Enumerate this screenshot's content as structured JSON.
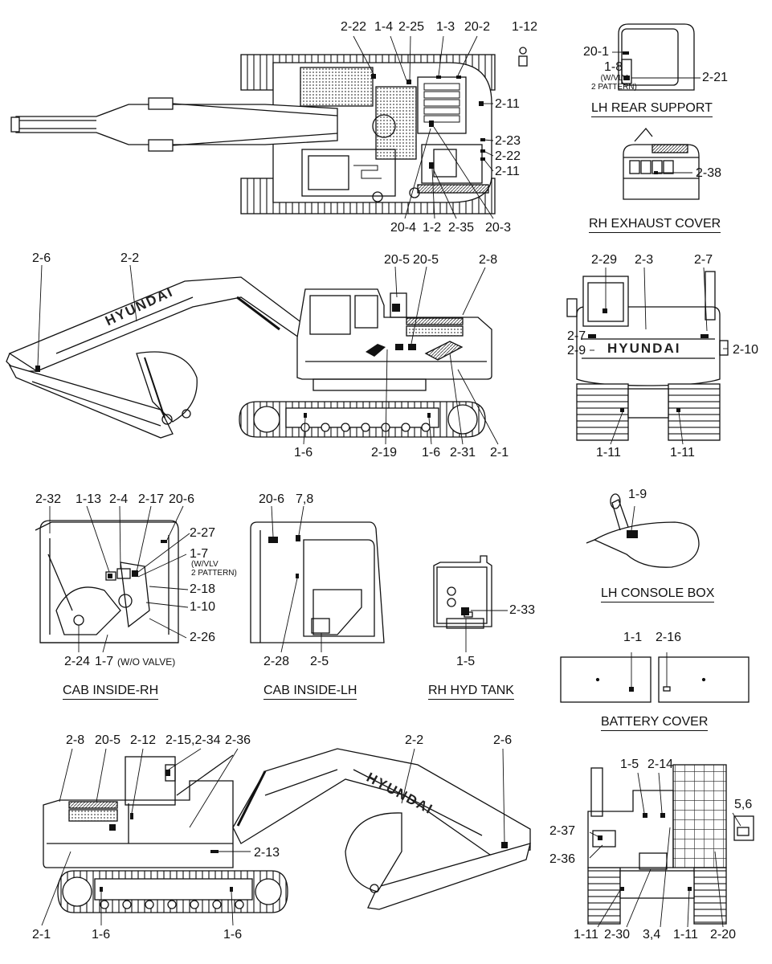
{
  "captions": {
    "lh_rear_support": "LH REAR SUPPORT",
    "rh_exhaust_cover": "RH EXHAUST COVER",
    "lh_console_box": "LH CONSOLE BOX",
    "cab_inside_rh": "CAB INSIDE-RH",
    "cab_inside_lh": "CAB INSIDE-LH",
    "rh_hyd_tank": "RH HYD TANK",
    "battery_cover": "BATTERY COVER"
  },
  "brand": "HYUNDAI",
  "notes": {
    "w_vlv_pattern": "(W/VLV\n2 PATTERN)",
    "wo_valve": "(W/O VALVE)"
  },
  "labels": {
    "top": [
      "2-22",
      "1-4",
      "2-25",
      "1-3",
      "20-2",
      "1-12",
      "2-11",
      "2-23",
      "2-22",
      "2-11",
      "20-4",
      "1-2",
      "2-35",
      "20-3"
    ],
    "rear_support": [
      "20-1",
      "1-8",
      "2-21"
    ],
    "exhaust": [
      "2-38"
    ],
    "side_lh": [
      "2-6",
      "2-2",
      "20-5",
      "20-5",
      "2-8",
      "1-6",
      "2-19",
      "1-6",
      "2-31",
      "2-1"
    ],
    "rear": [
      "2-29",
      "2-3",
      "2-7",
      "2-7",
      "2-9",
      "2-10",
      "1-11",
      "1-11"
    ],
    "cab_rh": [
      "2-32",
      "1-13",
      "2-4",
      "2-17",
      "20-6",
      "2-27",
      "1-7",
      "2-18",
      "1-10",
      "2-26",
      "2-24",
      "1-7"
    ],
    "cab_lh": [
      "20-6",
      "7,8",
      "2-28",
      "2-5"
    ],
    "hyd_tank": [
      "2-33",
      "1-5"
    ],
    "console": [
      "1-9"
    ],
    "battery": [
      "1-1",
      "2-16"
    ],
    "side_rh": [
      "2-8",
      "20-5",
      "2-12",
      "2-15,2-34",
      "2-36",
      "2-2",
      "2-6",
      "2-13",
      "2-1",
      "1-6",
      "1-6"
    ],
    "front": [
      "1-5",
      "2-14",
      "5,6",
      "2-37",
      "2-36",
      "1-11",
      "2-30",
      "3,4",
      "1-11",
      "2-20"
    ]
  }
}
